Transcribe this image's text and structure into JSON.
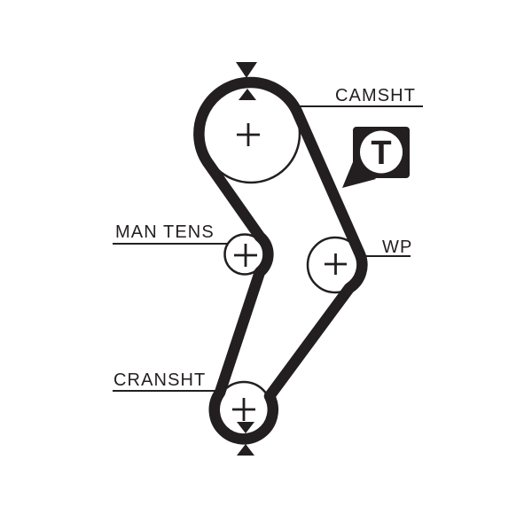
{
  "colors": {
    "ink": "#231f20",
    "background": "#ffffff"
  },
  "diagram": {
    "type": "timing-belt-routing",
    "labels": {
      "camshaft": "CAMSHT",
      "tensioner": "MAN TENS",
      "water_pump": "WP",
      "crankshaft": "CRANSHT"
    },
    "badge": {
      "letter": "T"
    },
    "icons": {
      "alignment_arrow_down": "timing-alignment-arrow",
      "alignment_arrow_up": "timing-alignment-arrow",
      "pulley_center_mark": "plus-cross"
    }
  }
}
